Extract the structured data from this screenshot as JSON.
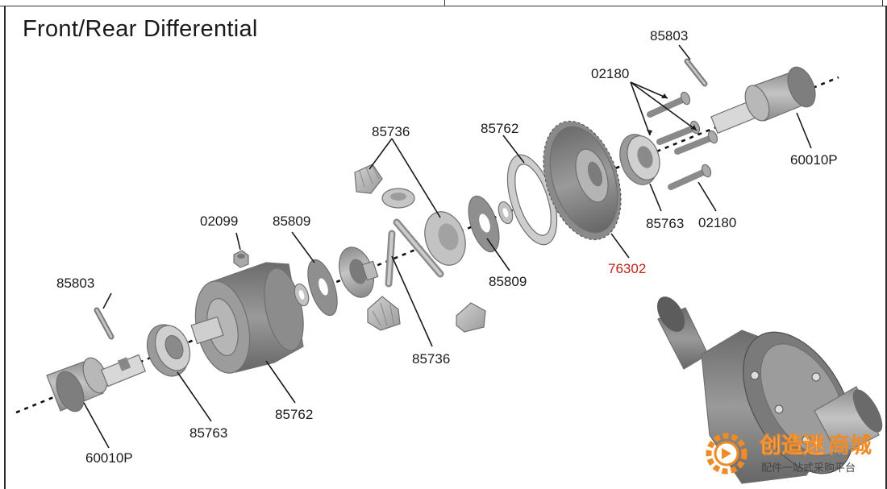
{
  "title": "Front/Rear Differential",
  "labels": {
    "l_85803_top": "85803",
    "l_02180_top": "02180",
    "l_60010P_right": "60010P",
    "l_85762_top": "85762",
    "l_85736_top": "85736",
    "l_02099": "02099",
    "l_85809_left": "85809",
    "l_85809_right": "85809",
    "l_85763_right": "85763",
    "l_02180_right": "02180",
    "l_76302": "76302",
    "l_85803_left": "85803",
    "l_85736_bottom": "85736",
    "l_85763_bottom": "85763",
    "l_85762_bottom": "85762",
    "l_60010P_left": "60010P"
  },
  "colors": {
    "part_fill": "#a9a9a9",
    "part_dark": "#6e6e6e",
    "part_light": "#c9c9c9",
    "highlight_label": "#c0231c",
    "watermark_orange": "#f08a24"
  },
  "watermark": {
    "logo": "gear-logo-icon",
    "name_part1": "创造迷",
    "name_part2": "商城",
    "tagline": "配件一站式采购平台"
  }
}
